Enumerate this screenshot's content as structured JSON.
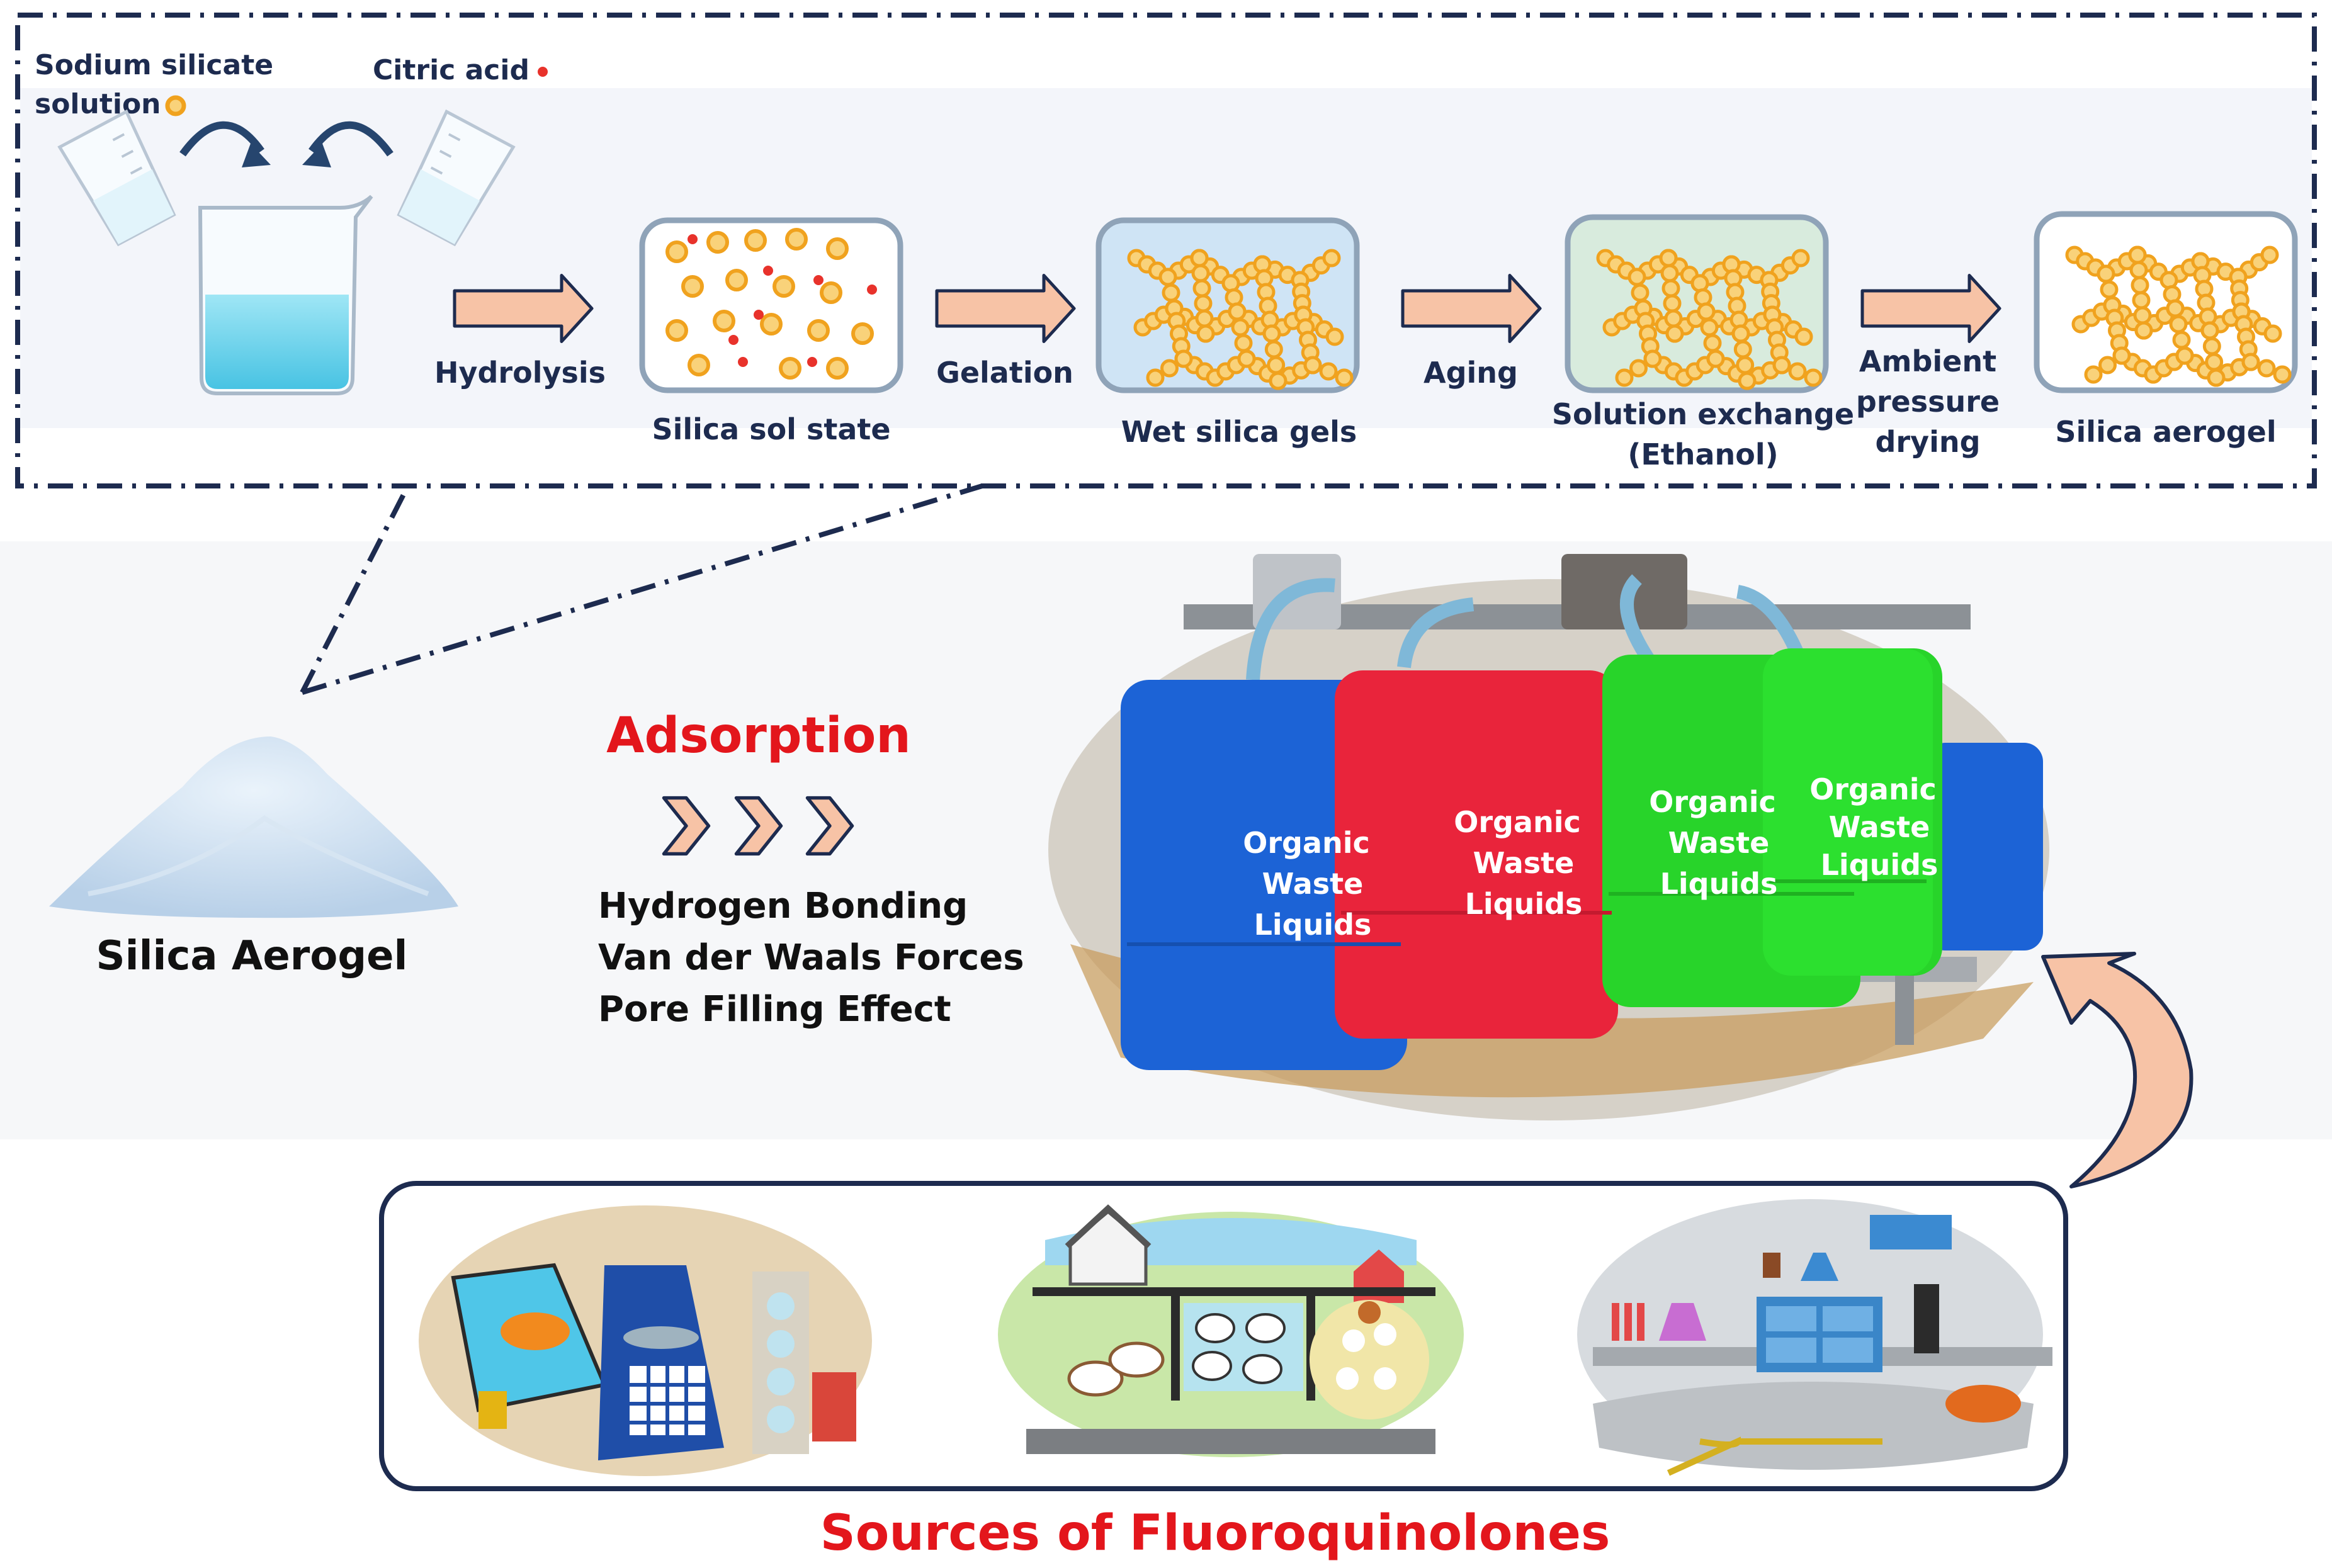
{
  "legend": {
    "sodium_silicate": [
      "Sodium silicate",
      "solution"
    ],
    "citric_acid": "Citric acid"
  },
  "process_steps": {
    "hydrolysis": "Hydrolysis",
    "gelation": "Gelation",
    "aging": "Aging",
    "drying": [
      "Ambient",
      "pressure",
      "drying"
    ]
  },
  "process_states": {
    "sol": "Silica sol state",
    "wet_gel": "Wet silica gels",
    "exchange": [
      "Solution exchange",
      "(Ethanol)"
    ],
    "aerogel": "Silica aerogel"
  },
  "product_label": "Silica Aerogel",
  "adsorption": {
    "title": "Adsorption",
    "mechanisms": [
      "Hydrogen Bonding",
      "Van der Waals Forces",
      "Pore Filling Effect"
    ]
  },
  "containers": [
    [
      "Organic",
      "Waste",
      "Liquids"
    ],
    [
      "Organic",
      "Waste",
      "Liquids"
    ],
    [
      "Organic",
      "Waste",
      "Liquids"
    ],
    [
      "Organic",
      "Waste",
      "Liquids"
    ]
  ],
  "sources_title": "Sources of Fluoroquinolones",
  "colors": {
    "title_red": "#e3161c",
    "frame_navy": "#1d2b4f",
    "arrow_peach": "#f7c3a6",
    "particle_orange": "#f0a21e",
    "particle_fill": "#f9d27a",
    "citric_red": "#e8322b",
    "container_blue": "#1c63d6",
    "container_red": "#e9243b",
    "container_green": "#28d42a"
  }
}
